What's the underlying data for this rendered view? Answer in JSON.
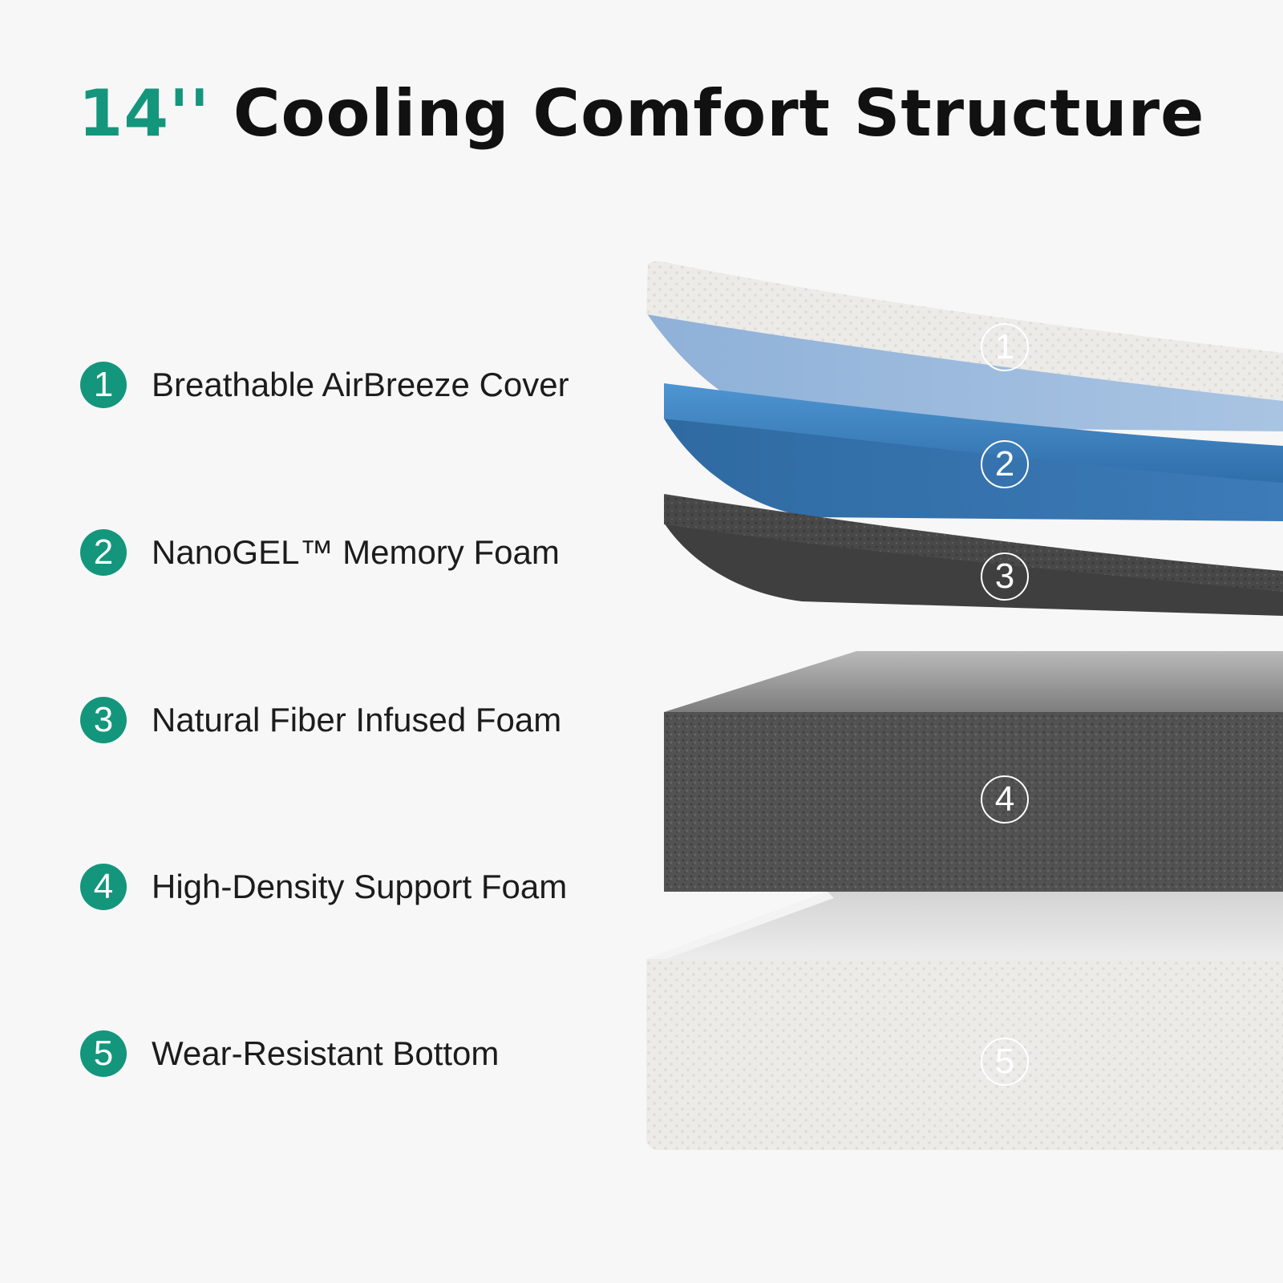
{
  "title": {
    "size_text": "14''",
    "main_text": "Cooling Comfort Structure"
  },
  "layers": [
    {
      "number": "1",
      "label": "Breathable AirBreeze Cover"
    },
    {
      "number": "2",
      "label": "NanoGEL™ Memory Foam"
    },
    {
      "number": "3",
      "label": "Natural Fiber Infused Foam"
    },
    {
      "number": "4",
      "label": "High-Density Support Foam"
    },
    {
      "number": "5",
      "label": "Wear-Resistant Bottom"
    }
  ],
  "colors": {
    "accent": "#13967c",
    "background": "#f7f7f7",
    "cover_white": "#e9e8e6",
    "gel_blue": "#3f85c4",
    "fiber_foam_gray": "#4a4a4a",
    "support_foam_gray": "#5a5a5a"
  }
}
